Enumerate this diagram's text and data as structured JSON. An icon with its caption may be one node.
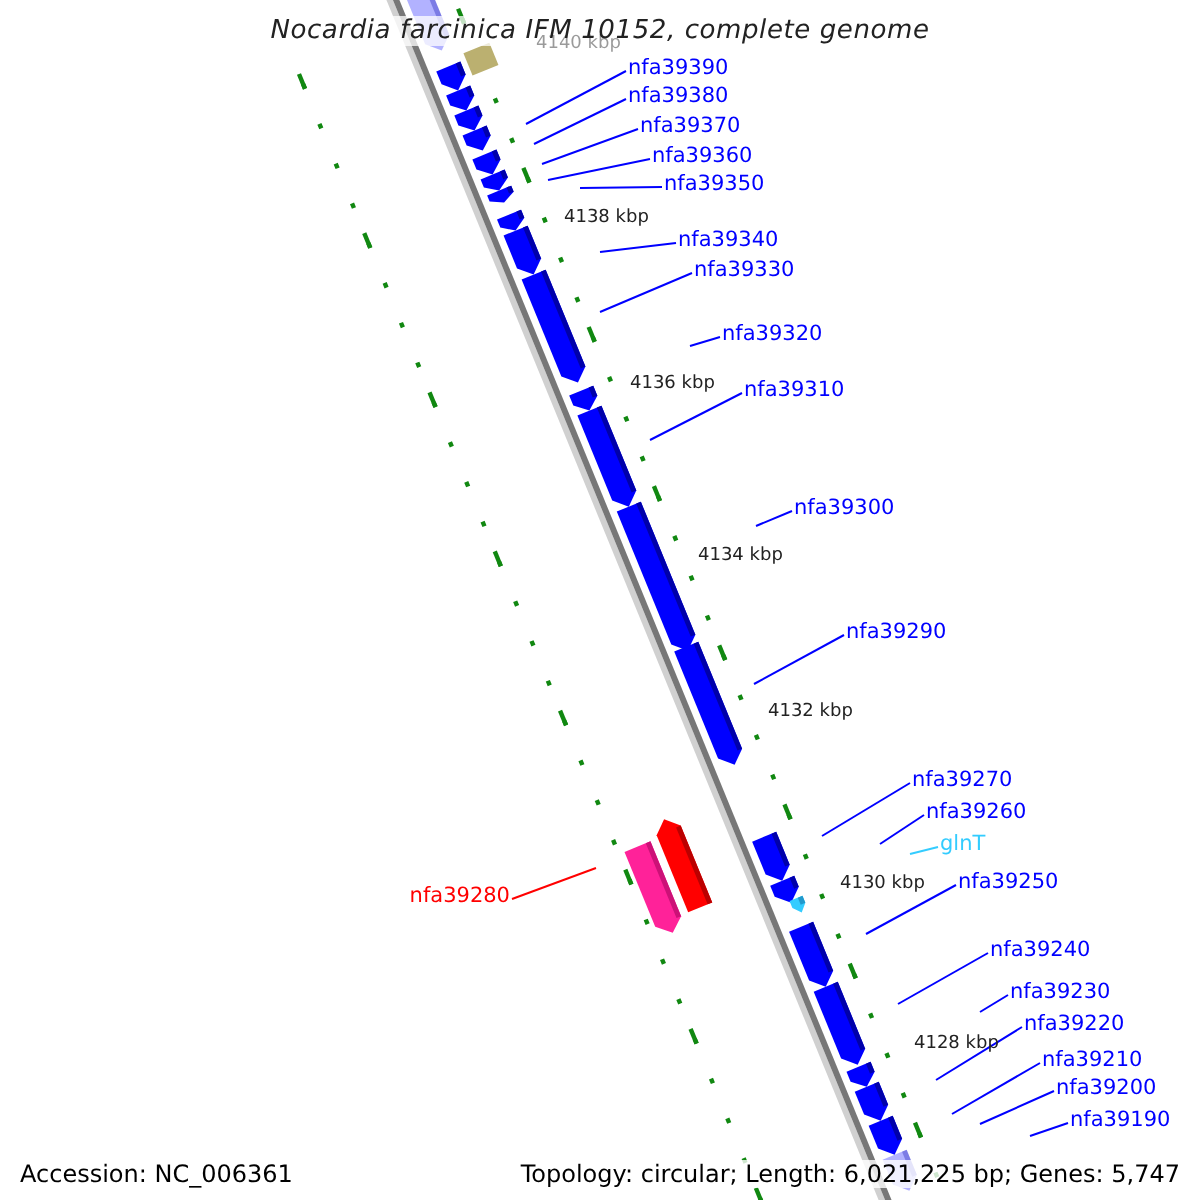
{
  "diagram": {
    "title": "Nocardia farcinica IFM 10152, complete genome",
    "nodes": [
      {
        "text": [
          "nfa39390"
        ]
      },
      {
        "text": [
          "nfa39380"
        ]
      },
      {
        "text": [
          "nfa39370"
        ]
      },
      {
        "text": [
          "nfa39360"
        ]
      },
      {
        "text": [
          "nfa39350"
        ]
      },
      {
        "text": [
          "nfa39340"
        ]
      },
      {
        "text": [
          "nfa39330"
        ]
      },
      {
        "text": [
          "nfa39320"
        ]
      },
      {
        "text": [
          "nfa39310"
        ]
      },
      {
        "text": [
          "nfa39300"
        ]
      },
      {
        "text": [
          "nfa39290"
        ]
      },
      {
        "text": [
          "nfa39270"
        ]
      },
      {
        "text": [
          "nfa39260"
        ]
      },
      {
        "text": [
          "glnT"
        ]
      },
      {
        "text": [
          "nfa39250"
        ]
      },
      {
        "text": [
          "nfa39280"
        ]
      },
      {
        "text": [
          "nfa39240"
        ]
      },
      {
        "text": [
          "nfa39230"
        ]
      },
      {
        "text": [
          "nfa39220"
        ]
      },
      {
        "text": [
          "nfa39210"
        ]
      },
      {
        "text": [
          "nfa39200"
        ]
      },
      {
        "text": [
          "nfa39190"
        ]
      }
    ],
    "edges": [
      {
        "from": 0,
        "to": null,
        "arrow": "none"
      },
      {
        "from": 1,
        "to": null,
        "arrow": "none"
      },
      {
        "from": 2,
        "to": null,
        "arrow": "none"
      },
      {
        "from": 3,
        "to": null,
        "arrow": "none"
      },
      {
        "from": 4,
        "to": null,
        "arrow": "none"
      },
      {
        "from": 5,
        "to": null,
        "arrow": "none"
      },
      {
        "from": 6,
        "to": null,
        "arrow": "none"
      },
      {
        "from": 7,
        "to": null,
        "arrow": "none"
      },
      {
        "from": 8,
        "to": null,
        "arrow": "none"
      },
      {
        "from": 9,
        "to": null,
        "arrow": "none"
      },
      {
        "from": 10,
        "to": null,
        "arrow": "none"
      },
      {
        "from": 11,
        "to": null,
        "arrow": "none"
      },
      {
        "from": 12,
        "to": null,
        "arrow": "none"
      },
      {
        "from": 13,
        "to": null,
        "arrow": "none",
        "color": "#33ccff"
      },
      {
        "from": 14,
        "to": null,
        "arrow": "none"
      },
      {
        "from": 15,
        "to": null,
        "arrow": "none",
        "color": "#ff0000"
      },
      {
        "from": 16,
        "to": null,
        "arrow": "none"
      },
      {
        "from": 17,
        "to": null,
        "arrow": "none"
      },
      {
        "from": 18,
        "to": null,
        "arrow": "none"
      },
      {
        "from": 19,
        "to": null,
        "arrow": "none"
      },
      {
        "from": 20,
        "to": null,
        "arrow": "none"
      },
      {
        "from": 21,
        "to": null,
        "arrow": "none"
      }
    ],
    "labels": [
      "4140 kbp",
      "4138 kbp",
      "4136 kbp",
      "4134 kbp",
      "4132 kbp",
      "4130 kbp",
      "4128 kbp",
      "Accession: NC_006361",
      "Topology: circular; Length: 6,021,225 bp; Genes: 5,747"
    ]
  }
}
